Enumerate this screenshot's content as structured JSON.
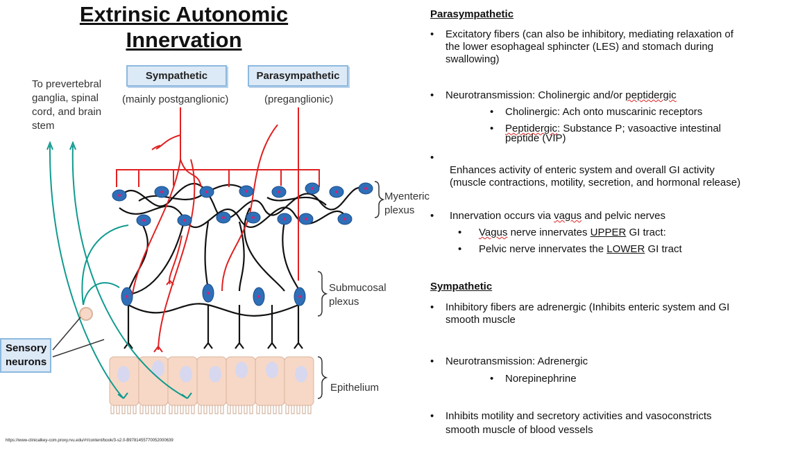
{
  "left": {
    "title_line1": "Extrinsic Autonomic",
    "title_line2": "Innervation",
    "sympathetic_box": "Sympathetic",
    "parasympathetic_box": "Parasympathetic",
    "sympathetic_note": "(mainly postganglionic)",
    "parasympathetic_note": "(preganglionic)",
    "prevertebral": [
      "To prevertebral",
      "ganglia, spinal",
      "cord, and brain",
      "stem"
    ],
    "myenteric": [
      "Myenteric",
      "plexus"
    ],
    "submucosal": [
      "Submucosal",
      "plexus"
    ],
    "epithelium": "Epithelium",
    "sensory": [
      "Sensory",
      "neurons"
    ],
    "source_url": "https://www-clinicalkey-com.proxy.rvu.edu/#!/content/book/3-s2.0-B9781455770052000639"
  },
  "right": {
    "para_header": "Parasympathetic",
    "para_b1": [
      "Excitatory fibers (can also be inhibitory, mediating relaxation of",
      "the lower esophageal sphincter (LES) and stomach during",
      "swallowing)"
    ],
    "para_b2_pre": "Neurotransmission: Cholinergic and/or ",
    "para_b2_word": "peptidergic",
    "para_b2_sub1": "Cholinergic: Ach onto muscarinic receptors",
    "para_b2_sub2_word": "Peptidergic",
    "para_b2_sub2_rest": ": Substance P; vasoactive intestinal",
    "para_b2_sub2_line2": "peptide (VIP)",
    "para_b3": [
      "Enhances activity of enteric system and overall GI activity",
      "(muscle contractions, motility, secretion, and hormonal release)"
    ],
    "para_b4_pre": "Innervation occurs via ",
    "para_b4_word": "vagus",
    "para_b4_post": " and pelvic nerves",
    "para_b4_sub1_word": "Vagus",
    "para_b4_sub1_mid": " nerve innervates ",
    "para_b4_sub1_ul": "UPPER",
    "para_b4_sub1_end": " GI tract:",
    "para_b4_sub2_pre": "Pelvic nerve innervates the ",
    "para_b4_sub2_ul": "LOWER",
    "para_b4_sub2_end": " GI tract",
    "symp_header": "Sympathetic",
    "symp_b1": [
      "Inhibitory fibers are adrenergic (Inhibits enteric system and GI",
      "smooth muscle"
    ],
    "symp_b2": "Neurotransmission: Adrenergic",
    "symp_b2_sub": "Norepinephrine",
    "symp_b3": [
      "Inhibits motility and secretory activities and vasoconstricts",
      "smooth muscle of blood vessels"
    ],
    "bullet": "•"
  },
  "colors": {
    "parasympathetic_fiber": "#e02020",
    "sensory_fiber": "#0f9a8e",
    "neuron_fill": "#2f6fb8",
    "epithelium": "#f7d8c6"
  }
}
